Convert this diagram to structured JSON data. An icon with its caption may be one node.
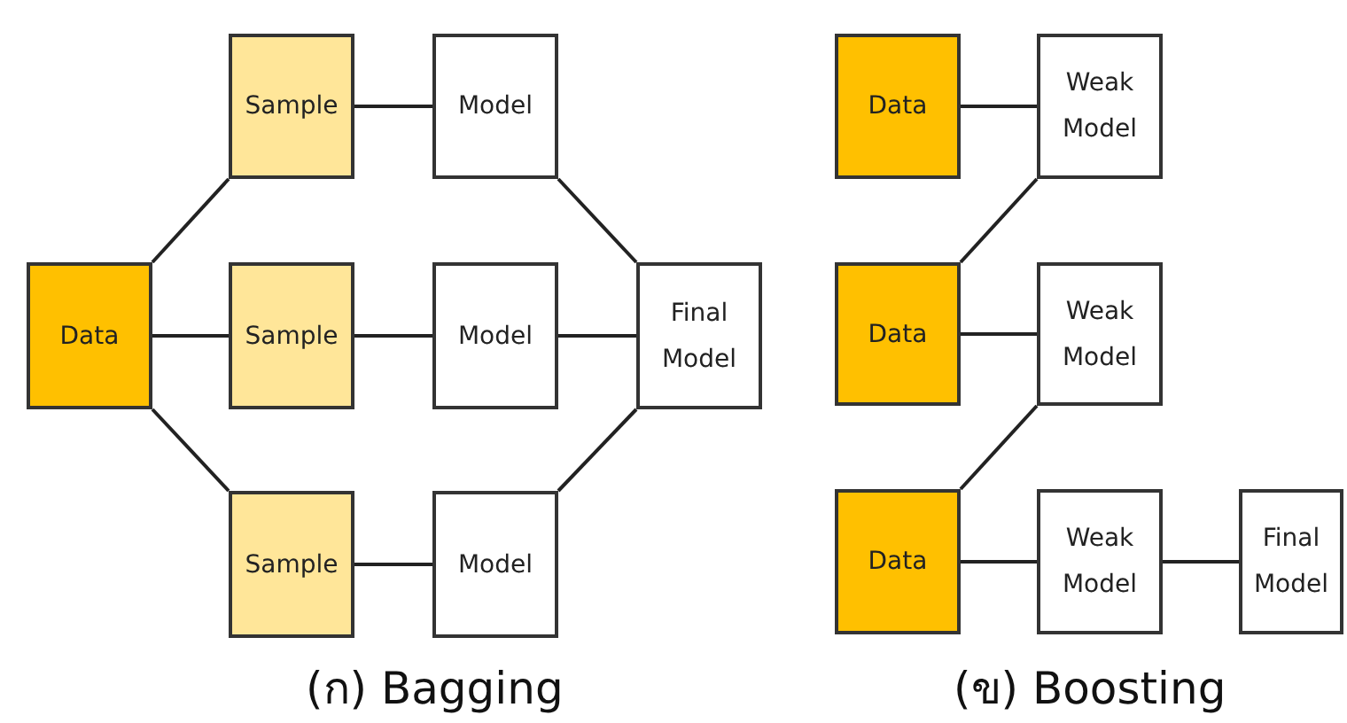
{
  "diagram": {
    "nodes": [
      {
        "text": [
          "Data"
        ]
      },
      {
        "text": [
          "Sample"
        ]
      },
      {
        "text": [
          "Sample"
        ]
      },
      {
        "text": [
          "Sample"
        ]
      },
      {
        "text": [
          "Model"
        ]
      },
      {
        "text": [
          "Model"
        ]
      },
      {
        "text": [
          "Model"
        ]
      },
      {
        "text": [
          "Final Model"
        ]
      },
      {
        "text": [
          "Data"
        ]
      },
      {
        "text": [
          "Weak Model"
        ]
      },
      {
        "text": [
          "Data"
        ]
      },
      {
        "text": [
          "Weak Model"
        ]
      },
      {
        "text": [
          "Data"
        ]
      },
      {
        "text": [
          "Weak Model"
        ]
      },
      {
        "text": [
          "Final Model"
        ]
      }
    ],
    "edges": [
      {
        "from": 0,
        "to": 1,
        "arrow": "none"
      },
      {
        "from": 0,
        "to": 2,
        "arrow": "none"
      },
      {
        "from": 0,
        "to": 3,
        "arrow": "none"
      },
      {
        "from": 1,
        "to": 4,
        "arrow": "none"
      },
      {
        "from": 2,
        "to": 5,
        "arrow": "none"
      },
      {
        "from": 3,
        "to": 6,
        "arrow": "none"
      },
      {
        "from": 4,
        "to": 7,
        "arrow": "none"
      },
      {
        "from": 5,
        "to": 7,
        "arrow": "none"
      },
      {
        "from": 6,
        "to": 7,
        "arrow": "none"
      },
      {
        "from": 8,
        "to": 9,
        "arrow": "none"
      },
      {
        "from": 9,
        "to": 10,
        "arrow": "none"
      },
      {
        "from": 10,
        "to": 11,
        "arrow": "none"
      },
      {
        "from": 11,
        "to": 12,
        "arrow": "none"
      },
      {
        "from": 12,
        "to": 13,
        "arrow": "none"
      },
      {
        "from": 13,
        "to": 14,
        "arrow": "none"
      }
    ],
    "labels": [
      "(ก) Bagging",
      "(ข) Boosting"
    ]
  }
}
